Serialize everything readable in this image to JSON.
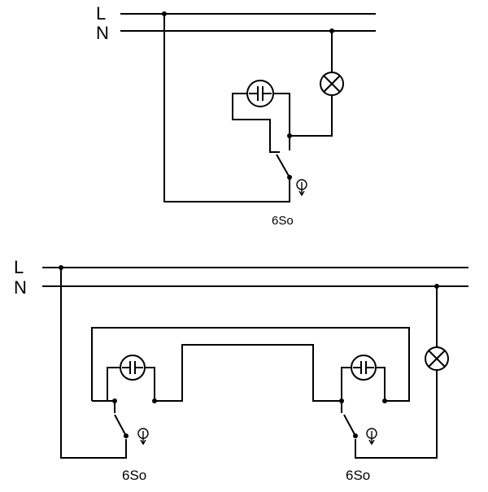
{
  "diagram_top": {
    "line_label": "L",
    "neutral_label": "N",
    "switch_label": "6So"
  },
  "diagram_bottom": {
    "line_label": "L",
    "neutral_label": "N",
    "switch_left_label": "6So",
    "switch_right_label": "6So"
  }
}
